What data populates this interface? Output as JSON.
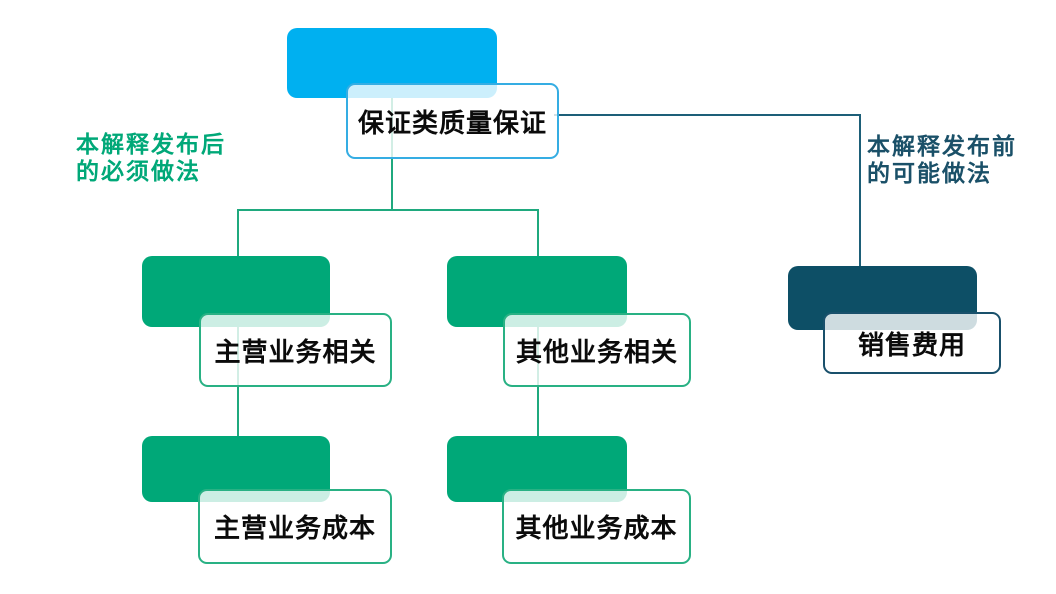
{
  "diagram": {
    "nodes": {
      "root": {
        "label": "保证类质量保证"
      },
      "mid_left": {
        "label": "主营业务相关"
      },
      "mid_right": {
        "label": "其他业务相关"
      },
      "sales": {
        "label": "销售费用"
      },
      "bottom_left": {
        "label": "主营业务成本"
      },
      "bottom_right": {
        "label": "其他业务成本"
      }
    },
    "annotations": {
      "left": {
        "line1": "本解释发布后",
        "line2": "的必须做法"
      },
      "right": {
        "line1": "本解释发布前",
        "line2": "的可能做法"
      }
    },
    "colors": {
      "blue": "#00B0F0",
      "green": "#00A878",
      "dark_teal": "#0D4F66",
      "green_line": "#1FA97E",
      "teal_line": "#1D5F78",
      "plate_border_blue": "#35ADE3",
      "plate_border_green": "#29B184",
      "plate_border_teal": "#19506B",
      "annotation_left_color": "#00A878",
      "annotation_right_color": "#1A5068",
      "background": "#FFFFFF"
    }
  }
}
